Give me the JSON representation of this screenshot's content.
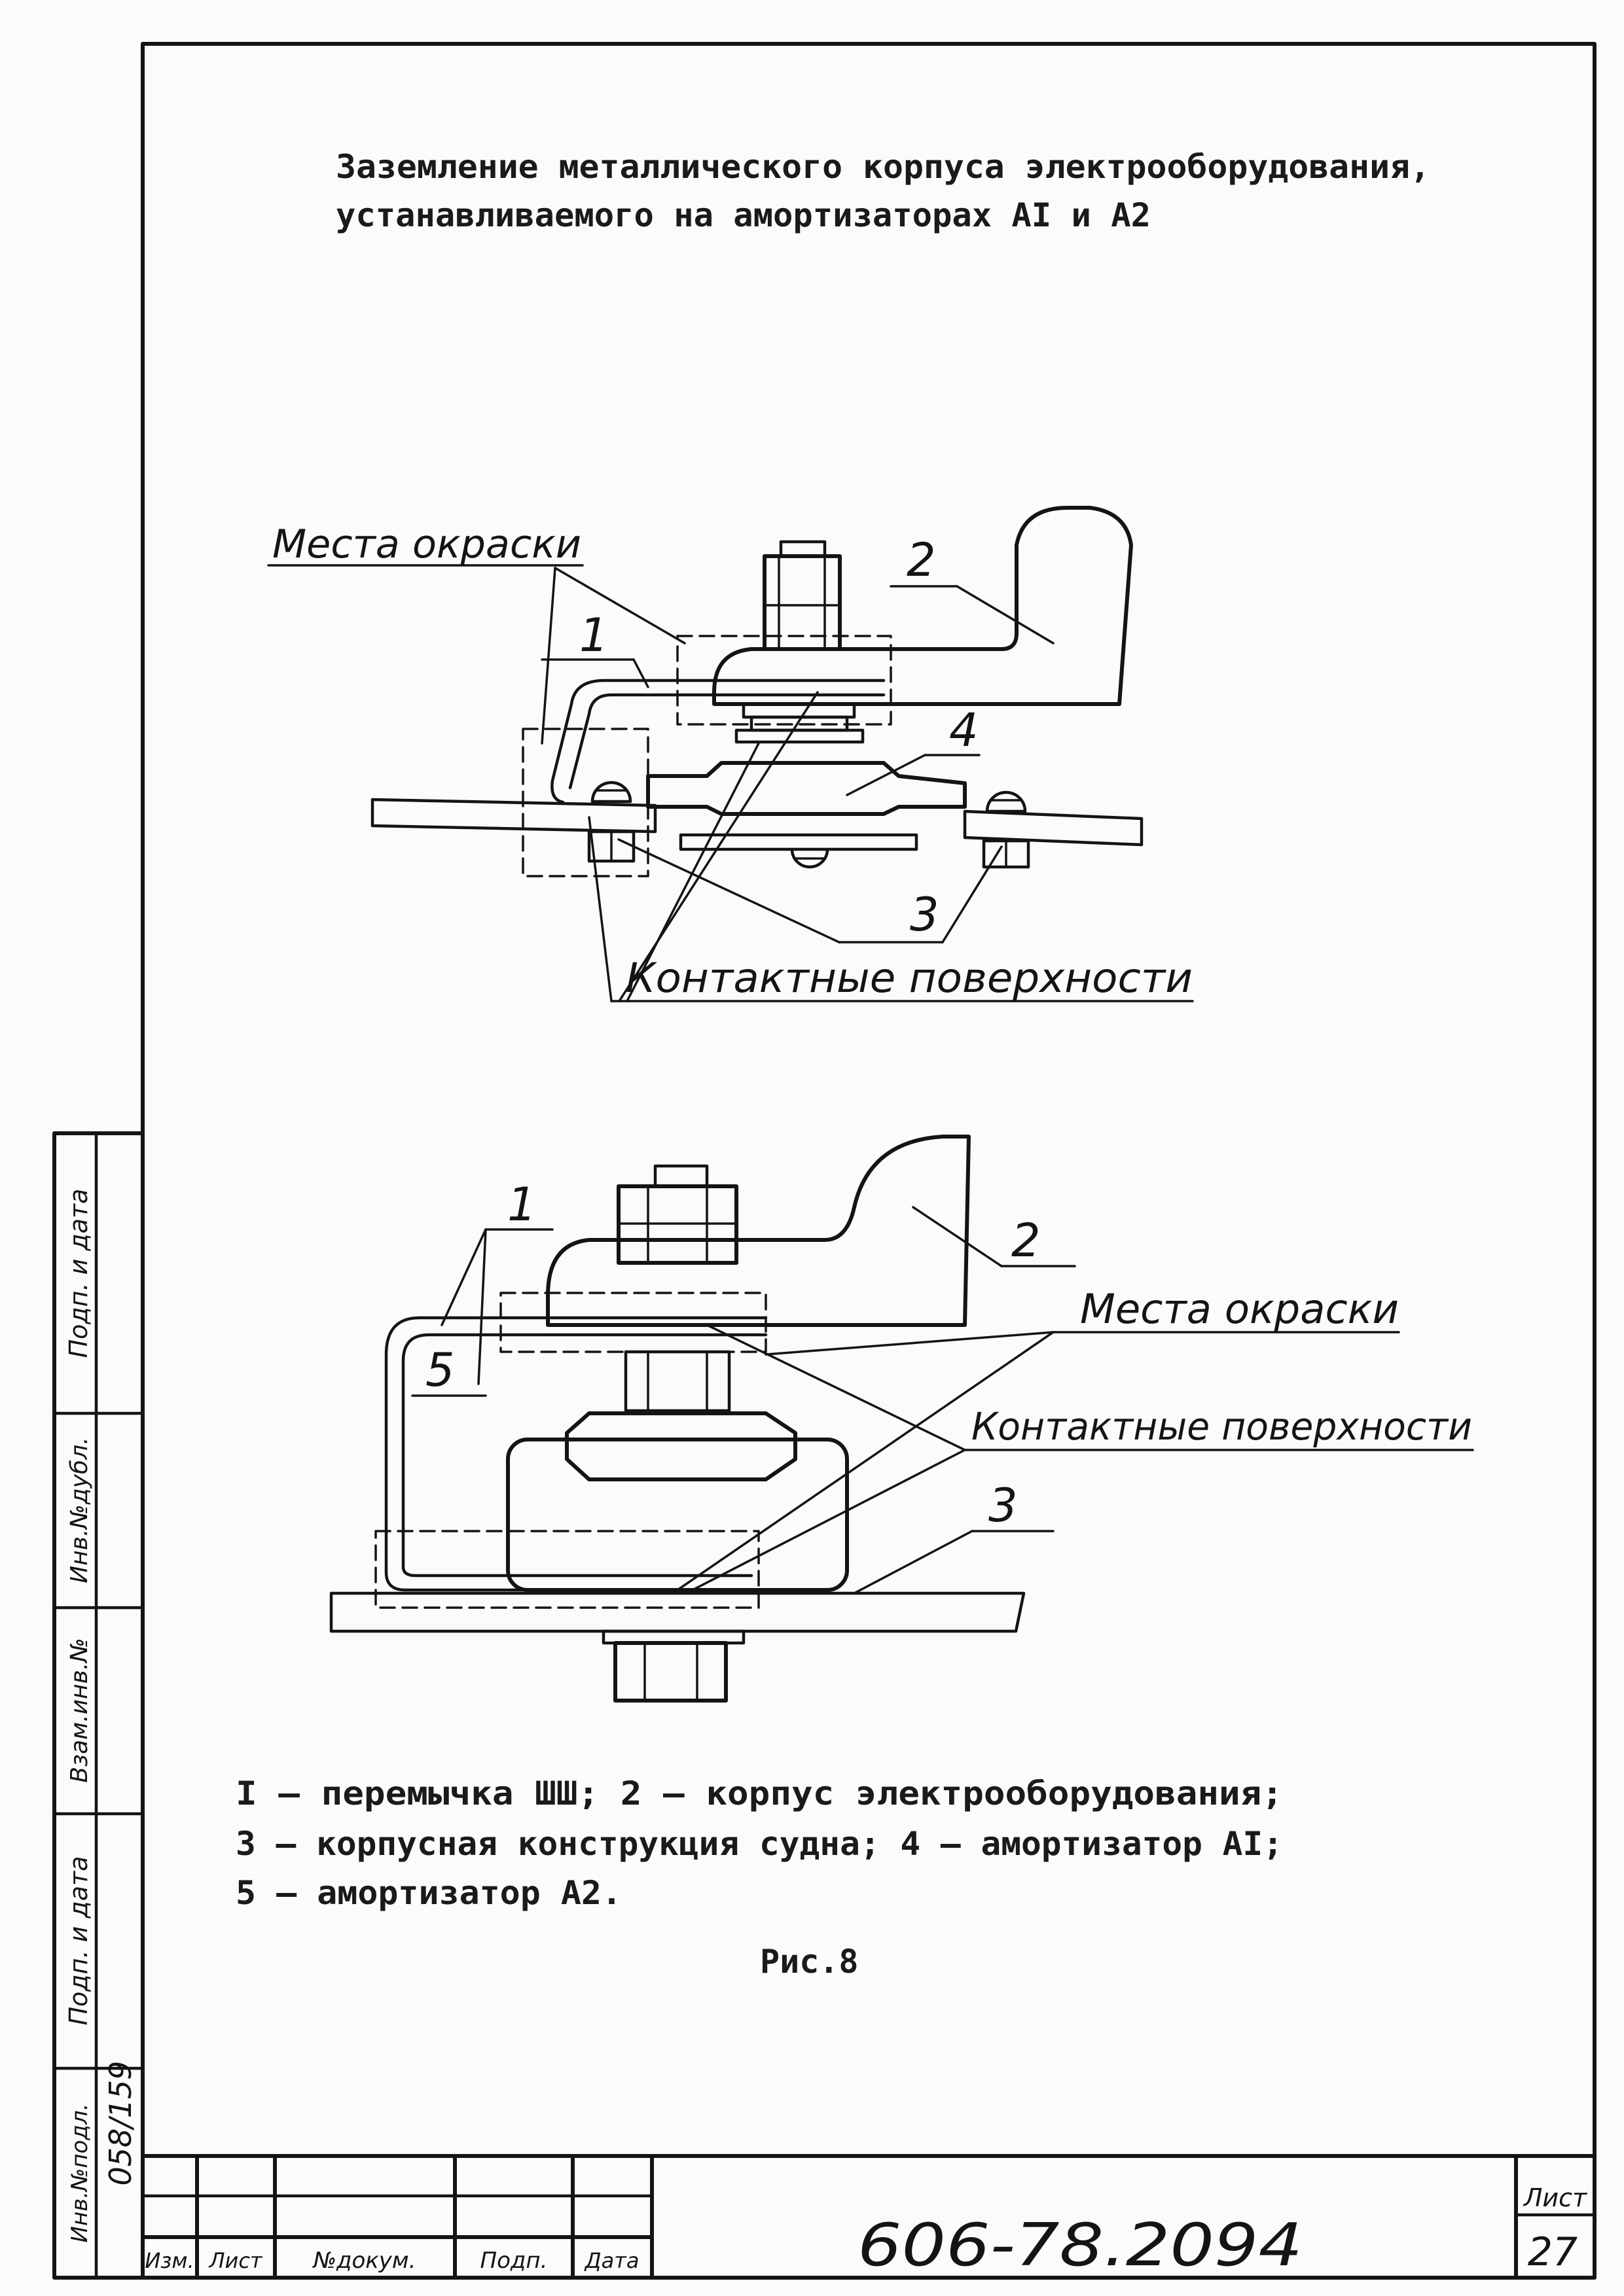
{
  "title": {
    "line1": "Заземление металлического корпуса электрооборудования,",
    "line2": "устанавливаемого на амортизаторах AI и A2"
  },
  "figure1": {
    "label_paint": "Места окраски",
    "label_1": "1",
    "label_2": "2",
    "label_3": "3",
    "label_4": "4",
    "label_contact": "Контактные поверхности"
  },
  "figure2": {
    "label_1": "1",
    "label_2": "2",
    "label_3": "3",
    "label_5": "5",
    "label_paint": "Места окраски",
    "label_contact": "Контактные поверхности"
  },
  "legend": {
    "line1": "I – перемычка ШШ; 2 – корпус электрооборудования;",
    "line2": "3 – корпусная конструкция судна; 4 – амортизатор AI;",
    "line3": "5 – амортизатор A2."
  },
  "caption": "Рис.8",
  "side_stamp": {
    "labels": [
      "Подп. и дата",
      "Инв.№дубл.",
      "Взам.инв.№",
      "Подп. и дата",
      "Инв.№подл."
    ],
    "inv_podl_value": "058/159"
  },
  "title_block": {
    "columns": [
      "Изм.",
      "Лист",
      "№докум.",
      "Подп.",
      "Дата"
    ],
    "doc_number": "606-78.2094",
    "sheet_label": "Лист",
    "sheet_number": "27"
  }
}
